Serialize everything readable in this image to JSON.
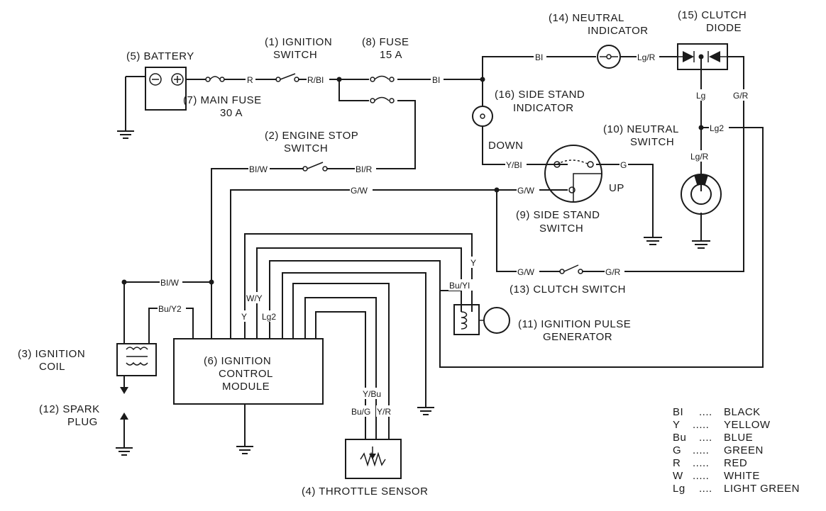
{
  "components": {
    "battery": "(5) BATTERY",
    "ignition_switch_1": "(1) IGNITION",
    "ignition_switch_2": "SWITCH",
    "fuse_1": "(8) FUSE",
    "fuse_2": "15 A",
    "main_fuse_1": "(7) MAIN FUSE",
    "main_fuse_2": "30 A",
    "engine_stop_1": "(2) ENGINE STOP",
    "engine_stop_2": "SWITCH",
    "neutral_indicator_1": "(14) NEUTRAL",
    "neutral_indicator_2": "INDICATOR",
    "clutch_diode_1": "(15) CLUTCH",
    "clutch_diode_2": "DIODE",
    "side_stand_indicator_1": "(16) SIDE STAND",
    "side_stand_indicator_2": "INDICATOR",
    "down": "DOWN",
    "up": "UP",
    "neutral_switch_1": "(10) NEUTRAL",
    "neutral_switch_2": "SWITCH",
    "side_stand_switch_1": "(9) SIDE STAND",
    "side_stand_switch_2": "SWITCH",
    "clutch_switch": "(13) CLUTCH SWITCH",
    "ignition_pulse_1": "(11) IGNITION PULSE",
    "ignition_pulse_2": "GENERATOR",
    "ignition_coil_1": "(3) IGNITION",
    "ignition_coil_2": "COIL",
    "icm_1": "(6) IGNITION",
    "icm_2": "CONTROL",
    "icm_3": "MODULE",
    "spark_plug_1": "(12) SPARK",
    "spark_plug_2": "PLUG",
    "throttle_sensor": "(4) THROTTLE SENSOR"
  },
  "wire_labels": {
    "r": "R",
    "r_bl": "R/BI",
    "bl_fuse": "BI",
    "bl_top": "BI",
    "lg_r_top": "Lg/R",
    "lg": "Lg",
    "g_r_right": "G/R",
    "lg2_right": "Lg2",
    "lg_r_switch": "Lg/R",
    "y_bl": "Y/BI",
    "g_side": "G",
    "bl_w_stop": "BI/W",
    "bl_r_stop": "BI/R",
    "g_w_top": "G/W",
    "g_w_side": "G/W",
    "g_w_clutch": "G/W",
    "g_r_clutch": "G/R",
    "y_pulse": "Y",
    "bu_yl_pulse": "Bu/YI",
    "bl_w_coil": "BI/W",
    "bu_y2_coil": "Bu/Y2",
    "w_y": "W/Y",
    "y_icm": "Y",
    "lg2_icm": "Lg2",
    "y_bu": "Y/Bu",
    "bu_g": "Bu/G",
    "y_r": "Y/R"
  },
  "legend": [
    {
      "code": "BI",
      "dots": "....",
      "name": "BLACK"
    },
    {
      "code": "Y",
      "dots": ".....",
      "name": "YELLOW"
    },
    {
      "code": "Bu",
      "dots": "....",
      "name": "BLUE"
    },
    {
      "code": "G",
      "dots": ".....",
      "name": "GREEN"
    },
    {
      "code": "R",
      "dots": ".....",
      "name": "RED"
    },
    {
      "code": "W",
      "dots": ".....",
      "name": "WHITE"
    },
    {
      "code": "Lg",
      "dots": "....",
      "name": "LIGHT GREEN"
    }
  ]
}
